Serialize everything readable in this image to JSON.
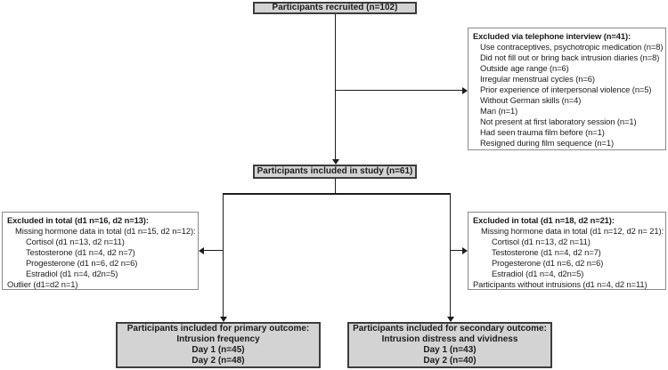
{
  "colors": {
    "box_fill": "#d3d3d3",
    "box_border": "#3d3d3d",
    "panel_border": "#8a8a8a",
    "connector": "#1c1c1c"
  },
  "flow": {
    "recruited_label": "Participants recruited (n=102)",
    "telephone_exclusion": {
      "title": "Excluded via telephone interview (n=41):",
      "items": [
        "Use contraceptives, psychotropic medication (n=8)",
        "Did not fill out or bring back intrusion diaries (n=8)",
        "Outside age range (n=6)",
        "Irregular menstrual cycles (n=6)",
        "Prior experience of interpersonal violence (n=5)",
        "Without German skills (n=4)",
        "Man (n=1)",
        "Not present at first laboratory session (n=1)",
        "Had seen trauma film before (n=1)",
        "Resigned during film sequence (n=1)"
      ]
    },
    "included_label": "Participants included in study (n=61)",
    "left_exclusion": {
      "title": "Excluded in total (d1 n=16, d2 n=13):",
      "lines": [
        "Missing hormone data in total (d1 n=15, d2 n=12):",
        "Cortisol (d1 n=13, d2 n=11)",
        "Testosterone (d1 n=4, d2 n=7)",
        "Progesterone (d1 n=6, d2 n=6)",
        "Estradiol (d1 n=4, d2n=5)",
        "Outlier (d1=d2 n=1)"
      ]
    },
    "right_exclusion": {
      "title": "Excluded in total (d1 n=18, d2 n=21):",
      "lines": [
        "Missing hormone data in total (d1 n=12, d2 n= 21):",
        "Cortisol (d1 n=13, d2 n=11)",
        "Testosterone (d1 n=4, d2 n=7)",
        "Progesterone (d1 n=6, d2 n=6)",
        "Estradiol (d1 n=4, d2n=5)",
        "Participants without intrusions (d1 n=4, d2 n=11)"
      ]
    },
    "primary_outcome": {
      "line1": "Participants included for primary outcome:",
      "line2": "Intrusion frequency",
      "line3": "Day 1 (n=45)",
      "line4": "Day 2 (n=48)"
    },
    "secondary_outcome": {
      "line1": "Participants included for secondary outcome:",
      "line2": "Intrusion distress and vividness",
      "line3": "Day 1 (n=43)",
      "line4": "Day 2 (n=40)"
    }
  }
}
